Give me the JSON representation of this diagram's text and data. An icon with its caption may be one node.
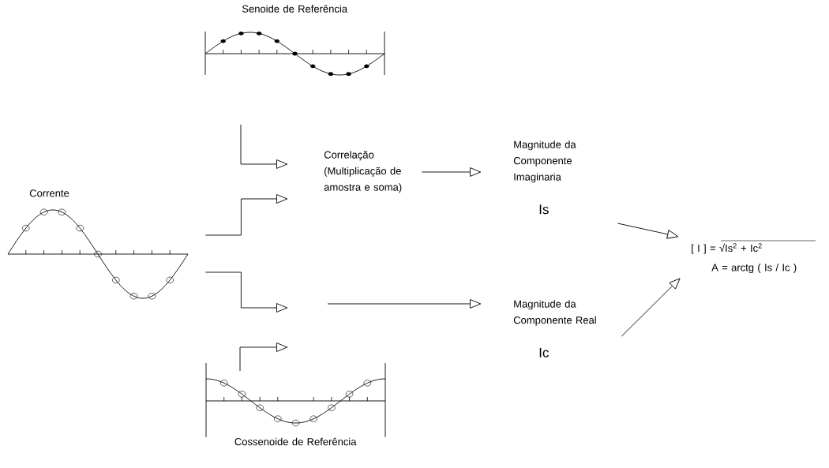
{
  "diagram": {
    "nodes": [
      {
        "text": [
          "Senoide de Referência"
        ]
      },
      {
        "text": [
          "Corrente"
        ]
      },
      {
        "text": [
          "Correlação (Multiplicação de amostra e soma)"
        ]
      },
      {
        "text": [
          "Cossenoide de Referência"
        ]
      },
      {
        "text": [
          "Magnitude da Componente Imaginaria",
          "Is"
        ]
      },
      {
        "text": [
          "Magnitude da Componente Real",
          "Ic"
        ]
      },
      {
        "text": [
          "[ I ] = √Is$^{2}$ + Ic$^{2}$",
          "A = arctg ( Is / Ic )"
        ]
      }
    ],
    "edges": [
      {
        "from": 0,
        "to": 2,
        "arrow": "to"
      },
      {
        "from": 1,
        "to": 2,
        "arrow": "to"
      },
      {
        "from": 1,
        "to": null,
        "arrow": "to"
      },
      {
        "from": 3,
        "to": null,
        "arrow": "to"
      },
      {
        "from": 2,
        "to": 4,
        "arrow": "to"
      },
      {
        "from": null,
        "to": 5,
        "arrow": "to"
      },
      {
        "from": 4,
        "to": 6,
        "arrow": "to"
      },
      {
        "from": 5,
        "to": 6,
        "arrow": "to"
      }
    ]
  }
}
